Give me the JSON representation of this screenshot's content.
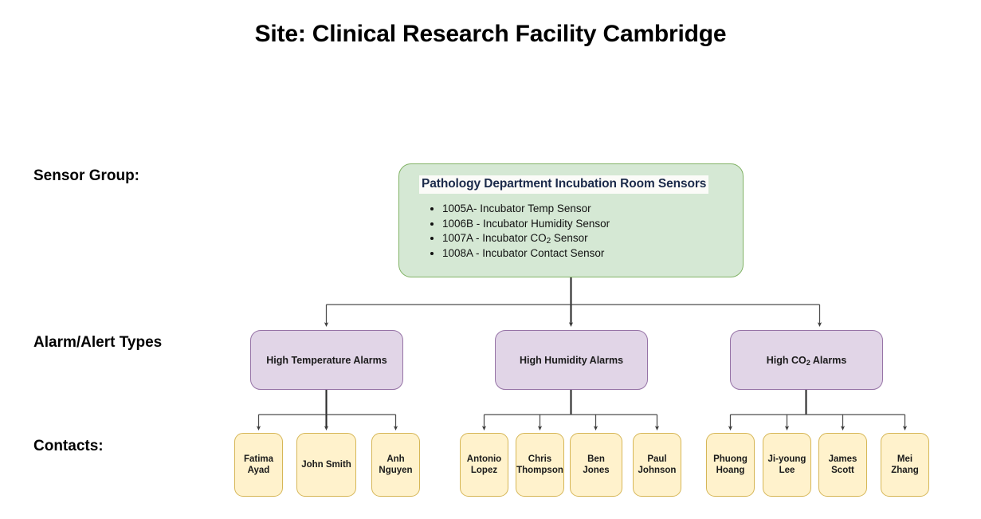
{
  "title": "Site: Clinical Research Facility Cambridge",
  "colors": {
    "sensor_group_fill": "#d5e8d4",
    "sensor_group_border": "#82b366",
    "alarm_fill": "#e1d5e7",
    "alarm_border": "#9673a6",
    "contact_fill": "#fff2cc",
    "contact_border": "#d6b656",
    "connector": "#4d4d4d",
    "heading_text": "#1b2a4a",
    "background": "#ffffff"
  },
  "row_labels": {
    "sensor_group": "Sensor Group:",
    "alarm_types": "Alarm/Alert Types",
    "contacts": "Contacts:"
  },
  "sensor_group": {
    "heading": "Pathology Department Incubation Room Sensors",
    "sensors": [
      {
        "id": "1005A",
        "separator": "-",
        "name": "Incubator Temp Sensor"
      },
      {
        "id": "1006B",
        "separator": "-",
        "name": "Incubator Humidity Sensor"
      },
      {
        "id": "1007A",
        "separator": "-",
        "name": "Incubator CO2 Sensor",
        "html": "1007A - Incubator CO<sub>2</sub> Sensor"
      },
      {
        "id": "1008A",
        "separator": "-",
        "name": "Incubator Contact Sensor"
      }
    ],
    "sensor_lines": [
      "1005A- Incubator Temp Sensor",
      "1006B - Incubator Humidity Sensor",
      "1007A - Incubator CO2 Sensor",
      "1008A - Incubator Contact Sensor"
    ]
  },
  "alarm_types": [
    {
      "label": "High Temperature Alarms",
      "label_html": "High Temperature Alarms",
      "contacts": [
        "Fatima Ayad",
        "John Smith",
        "Anh Nguyen"
      ]
    },
    {
      "label": "High Humidity Alarms",
      "label_html": "High Humidity Alarms",
      "contacts": [
        "Antonio Lopez",
        "Chris Thompson",
        "Ben Jones",
        "Paul Johnson"
      ]
    },
    {
      "label": "High CO2 Alarms",
      "label_html": "High CO<sub>2</sub> Alarms",
      "contacts": [
        "Phuong Hoang",
        "Ji-young Lee",
        "James Scott",
        "Mei Zhang"
      ]
    }
  ],
  "contacts_flat": [
    "Fatima Ayad",
    "John Smith",
    "Anh Nguyen",
    "Antonio Lopez",
    "Chris Thompson",
    "Ben Jones",
    "Paul Johnson",
    "Phuong Hoang",
    "Ji-young Lee",
    "James Scott",
    "Mei Zhang"
  ]
}
